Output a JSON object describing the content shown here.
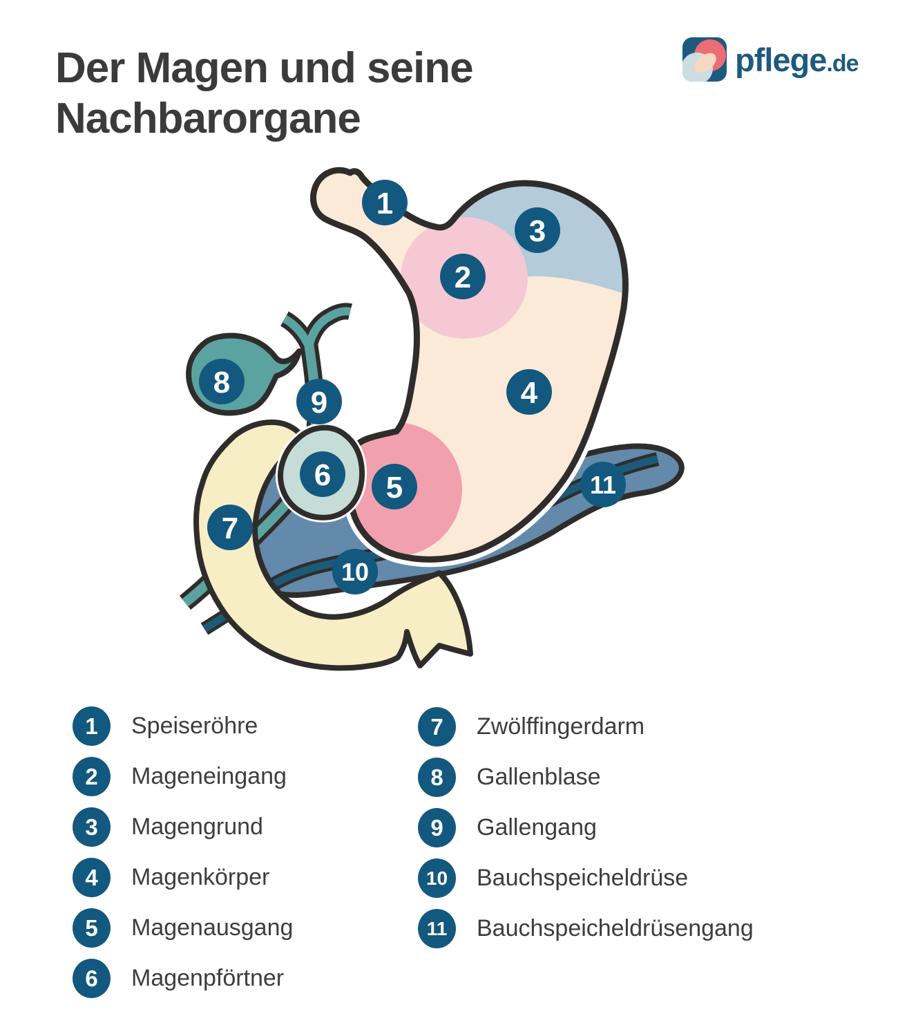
{
  "header": {
    "title_line1": "Der Magen und seine",
    "title_line2": "Nachbarorgane"
  },
  "logo": {
    "name": "pflege",
    "tld": ".de"
  },
  "diagram": {
    "markers": [
      "1",
      "2",
      "3",
      "4",
      "5",
      "6",
      "7",
      "8",
      "9",
      "10",
      "11"
    ]
  },
  "legend": {
    "left": [
      {
        "number": "1",
        "label": "Speiseröhre"
      },
      {
        "number": "2",
        "label": "Mageneingang"
      },
      {
        "number": "3",
        "label": "Magengrund"
      },
      {
        "number": "4",
        "label": "Magenkörper"
      },
      {
        "number": "5",
        "label": "Magenausgang"
      },
      {
        "number": "6",
        "label": "Magenpförtner"
      }
    ],
    "right": [
      {
        "number": "7",
        "label": "Zwölffingerdarm"
      },
      {
        "number": "8",
        "label": "Gallenblase"
      },
      {
        "number": "9",
        "label": "Gallengang"
      },
      {
        "number": "10",
        "label": "Bauchspeicheldrüse"
      },
      {
        "number": "11",
        "label": "Bauchspeicheldrüsengang"
      }
    ]
  },
  "colors": {
    "text": "#3b3b3b",
    "marker_circle": "#13587e",
    "outline": "#2f2d2b",
    "stomach_body": "#fcead9",
    "cardia": "#f6c8d3",
    "fundus": "#b4cbd9",
    "antrum": "#f1a0ae",
    "pylorus": "#c6dcd6",
    "duodenum": "#f8eec6",
    "pancreas": "#6389ab",
    "gallbladder": "#5ba3a0",
    "duct_dark": "#1d5a78",
    "logo_blue": "#1d5a7e",
    "logo_pink": "#ed6d75",
    "logo_pale": "#ccdde0",
    "logo_peach": "#f5d9c2"
  }
}
